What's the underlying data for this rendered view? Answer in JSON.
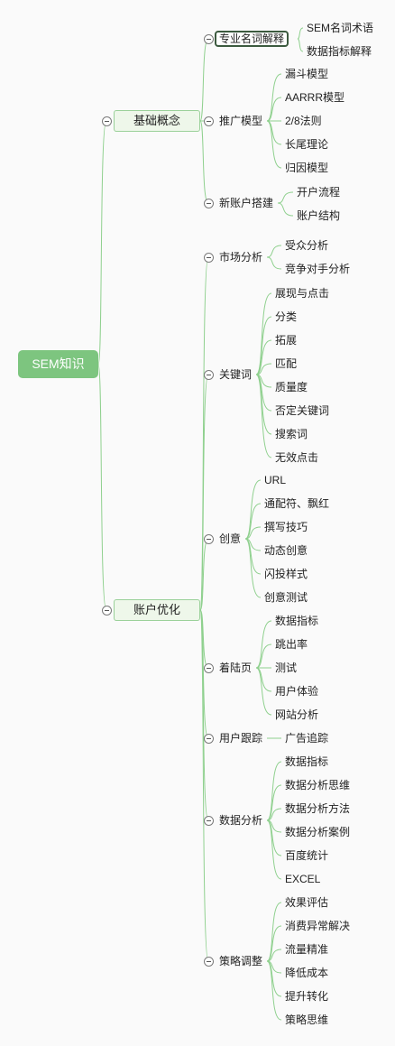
{
  "root": "SEM知识",
  "branches": [
    {
      "label": "基础概念",
      "children": [
        {
          "label": "专业名词解释",
          "selected": true,
          "children": [
            "SEM名词术语",
            "数据指标解释"
          ]
        },
        {
          "label": "推广模型",
          "children": [
            "漏斗模型",
            "AARRR模型",
            "2/8法则",
            "长尾理论",
            "归因模型"
          ]
        },
        {
          "label": "新账户搭建",
          "children": [
            "开户流程",
            "账户结构"
          ]
        }
      ]
    },
    {
      "label": "账户优化",
      "children": [
        {
          "label": "市场分析",
          "children": [
            "受众分析",
            "竞争对手分析"
          ]
        },
        {
          "label": "关键词",
          "children": [
            "展现与点击",
            "分类",
            "拓展",
            "匹配",
            "质量度",
            "否定关键词",
            "搜索词",
            "无效点击"
          ]
        },
        {
          "label": "创意",
          "children": [
            "URL",
            "通配符、飘红",
            "撰写技巧",
            "动态创意",
            "闪投样式",
            "创意测试"
          ]
        },
        {
          "label": "着陆页",
          "children": [
            "数据指标",
            "跳出率",
            "测试",
            "用户体验",
            "网站分析"
          ]
        },
        {
          "label": "用户跟踪",
          "children": [
            "广告追踪"
          ]
        },
        {
          "label": "数据分析",
          "children": [
            "数据指标",
            "数据分析思维",
            "数据分析方法",
            "数据分析案例",
            "百度统计",
            "EXCEL"
          ]
        },
        {
          "label": "策略调整",
          "children": [
            "效果评估",
            "消费异常解决",
            "流量精准",
            "降低成本",
            "提升转化",
            "策略思维"
          ]
        }
      ]
    }
  ],
  "colors": {
    "link": "#8fd08e",
    "root_fill": "#7dc57f",
    "topic_fill": "#eef7ea",
    "topic_border": "#9bd19a",
    "selected_border": "#3c5a3f"
  }
}
